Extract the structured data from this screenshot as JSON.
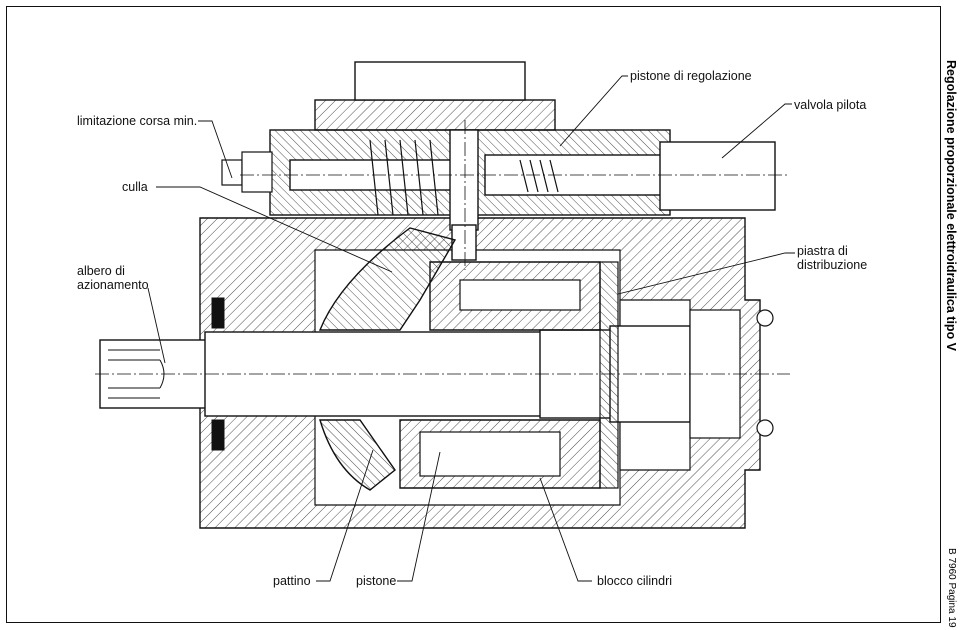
{
  "labels": {
    "limitazione": "limitazione  corsa min.",
    "culla": "culla",
    "albero_line1": "albero di",
    "albero_line2": "azionamento",
    "pistone_regolazione": "pistone di regolazione",
    "valvola_pilota": "valvola pilota",
    "piastra_line1": "piastra di",
    "piastra_line2": "distribuzione",
    "pattino": "pattino",
    "pistone": "pistone",
    "blocco_cilindri": "blocco cilindri"
  },
  "side_title": "Regolazione proporzionale elettroidraulica tipo V",
  "footer": "B 7960   Pagina 19"
}
